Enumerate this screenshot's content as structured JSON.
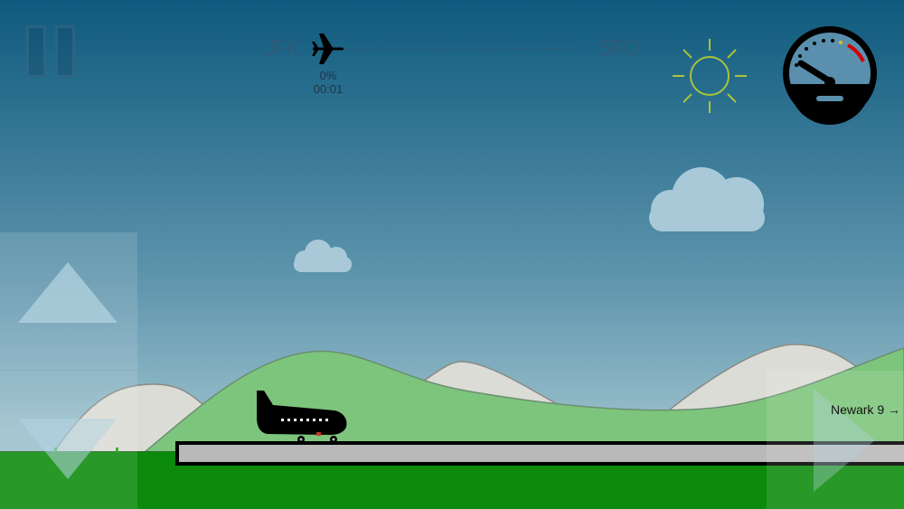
{
  "hud": {
    "origin": "JFK",
    "destination": "SFO",
    "progress": "0%",
    "elapsed": "00:01",
    "progress_fraction": 0.0
  },
  "weather": {
    "icon": "sun-icon",
    "color": "#a9c43a"
  },
  "speedometer": {
    "icon": "speedometer-icon",
    "needle_level": 0.0
  },
  "controls": {
    "pause": "pause-icon",
    "climb": "arrow-up-icon",
    "descend": "arrow-down-icon",
    "throttle": "arrow-right-icon"
  },
  "nav": {
    "next_airport": "Newark 9 →"
  },
  "colors": {
    "sky_top": "#0e5a7e",
    "sky_bottom": "#9ac0cc",
    "hills": "#7dc57c",
    "mountains": "#dcdcd6",
    "ground": "#0b8a0b",
    "runway": "#b9b9b9",
    "plane": "#000000"
  }
}
